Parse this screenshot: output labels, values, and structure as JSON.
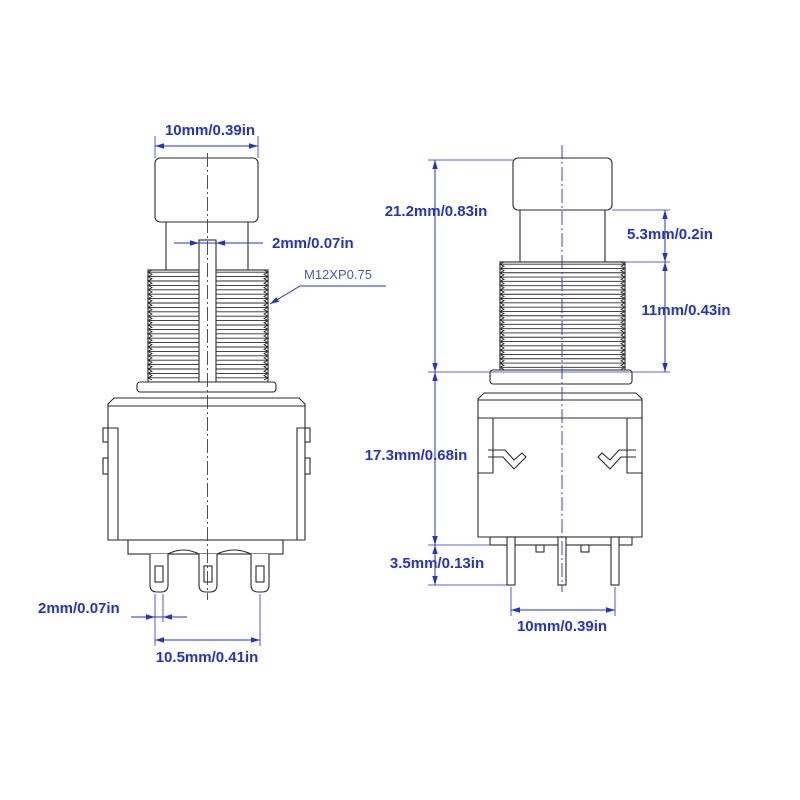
{
  "left_view": {
    "cap_width_label": "10mm/0.39in",
    "slot_width_label": "2mm/0.07in",
    "thread_spec_label": "M12XP0.75",
    "terminal_width_label": "2mm/0.07in",
    "terminal_spacing_label": "10.5mm/0.41in"
  },
  "right_view": {
    "overall_height_label": "21.2mm/0.83in",
    "stem_length_label": "5.3mm/0.2in",
    "thread_length_label": "11mm/0.43in",
    "body_height_label": "17.3mm/0.68in",
    "terminal_length_label": "3.5mm/0.13in",
    "terminal_spacing_label": "10mm/0.39in"
  },
  "colors": {
    "dimension": "#2233d0",
    "thread_spec": "#4a5cb8",
    "outline": "#2b2b2b",
    "background": "#ffffff"
  }
}
